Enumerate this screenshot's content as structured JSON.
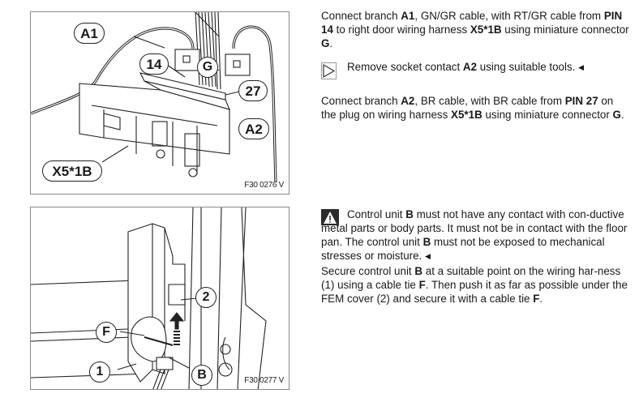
{
  "figures": [
    {
      "code": "F30 0276 V",
      "callouts": [
        "A1",
        "14",
        "G",
        "27",
        "A2",
        "X5*1B"
      ]
    },
    {
      "code": "F30 0277 V",
      "callouts": [
        "2",
        "F",
        "1",
        "B"
      ]
    }
  ],
  "steps": [
    {
      "type": "text",
      "segments": [
        {
          "t": "Connect branch ",
          "b": false
        },
        {
          "t": "A1",
          "b": true
        },
        {
          "t": ", GN/GR cable, with RT/GR cable from ",
          "b": false
        },
        {
          "t": "PIN 14",
          "b": true
        },
        {
          "t": " to right door wiring harness ",
          "b": false
        },
        {
          "t": "X5*1B",
          "b": true
        },
        {
          "t": " using miniature connector ",
          "b": false
        },
        {
          "t": "G",
          "b": true
        },
        {
          "t": ".",
          "b": false
        }
      ]
    },
    {
      "type": "action",
      "icon": "play-triangle-icon",
      "segments": [
        {
          "t": "Remove socket contact ",
          "b": false
        },
        {
          "t": "A2",
          "b": true
        },
        {
          "t": " using suitable tools. ",
          "b": false
        }
      ],
      "end_mark": "◀"
    },
    {
      "type": "text",
      "segments": [
        {
          "t": "Connect branch ",
          "b": false
        },
        {
          "t": "A2",
          "b": true
        },
        {
          "t": ", BR cable, with BR cable from ",
          "b": false
        },
        {
          "t": "PIN 27",
          "b": true
        },
        {
          "t": " on the plug on wiring harness ",
          "b": false
        },
        {
          "t": "X5*1B",
          "b": true
        },
        {
          "t": " using miniature connector ",
          "b": false
        },
        {
          "t": "G",
          "b": true
        },
        {
          "t": ".",
          "b": false
        }
      ]
    },
    {
      "type": "warning",
      "icon": "warning-triangle-icon",
      "segments": [
        {
          "t": "Control unit ",
          "b": false
        },
        {
          "t": "B",
          "b": true
        },
        {
          "t": " must not have any contact with con-ductive metal parts or body parts. It must not be in contact with the floor pan. The control unit ",
          "b": false
        },
        {
          "t": "B",
          "b": true
        },
        {
          "t": " must not be exposed to mechanical stresses or moisture. ",
          "b": false
        }
      ],
      "end_mark": "◀"
    },
    {
      "type": "text",
      "segments": [
        {
          "t": "Secure control unit ",
          "b": false
        },
        {
          "t": "B",
          "b": true
        },
        {
          "t": " at a suitable point on the wiring har-ness (1) using a cable tie ",
          "b": false
        },
        {
          "t": "F",
          "b": true
        },
        {
          "t": ". Then push it as far as possible under the FEM cover (2) and secure it with a cable tie ",
          "b": false
        },
        {
          "t": "F",
          "b": true
        },
        {
          "t": ".",
          "b": false
        }
      ]
    }
  ]
}
